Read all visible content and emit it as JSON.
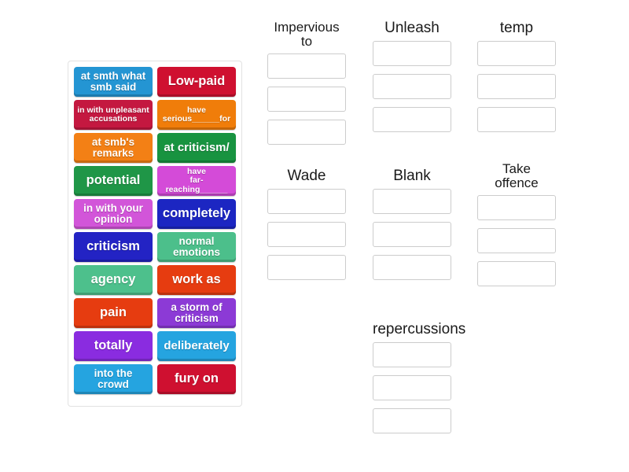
{
  "app": {
    "type": "drag-and-drop-matching-activity"
  },
  "tile_pool": {
    "name": "word-tile-pool",
    "tiles": [
      {
        "text": "at smth what\nsmb said",
        "color": "#2495d3",
        "size": "fs-md"
      },
      {
        "text": "Low-paid",
        "color": "#cf1030",
        "size": "fs-xl"
      },
      {
        "text": "in with unpleasant\naccusations",
        "color": "#c41840",
        "size": "fs-xs"
      },
      {
        "text": "have\nserious______for",
        "color": "#f07d0a",
        "size": "fs-xs"
      },
      {
        "text": "at smb's\nremarks",
        "color": "#f38015",
        "size": "fs-md"
      },
      {
        "text": "at criticism/",
        "color": "#189340",
        "size": "fs-lg"
      },
      {
        "text": "potential",
        "color": "#1f9647",
        "size": "fs-xl"
      },
      {
        "text": "have\nfar-reaching______",
        "color": "#d44bd8",
        "size": "fs-xs"
      },
      {
        "text": "in with your\nopinion",
        "color": "#d255d9",
        "size": "fs-md"
      },
      {
        "text": "completely",
        "color": "#1c26c2",
        "size": "fs-xl"
      },
      {
        "text": "criticism",
        "color": "#2323c4",
        "size": "fs-xl"
      },
      {
        "text": "normal\nemotions",
        "color": "#4cbf8b",
        "size": "fs-md"
      },
      {
        "text": "agency",
        "color": "#4dc08c",
        "size": "fs-xl"
      },
      {
        "text": "work as",
        "color": "#e63c10",
        "size": "fs-xl"
      },
      {
        "text": "pain",
        "color": "#e63c10",
        "size": "fs-xl"
      },
      {
        "text": "a storm of\ncriticism",
        "color": "#8c3ad6",
        "size": "fs-md"
      },
      {
        "text": "totally",
        "color": "#8a2ce0",
        "size": "fs-xl"
      },
      {
        "text": "deliberately",
        "color": "#25a4e0",
        "size": "fs-lg"
      },
      {
        "text": "into the\ncrowd",
        "color": "#25a4e0",
        "size": "fs-md"
      },
      {
        "text": "fury on",
        "color": "#cf1030",
        "size": "fs-xl"
      }
    ]
  },
  "groups": [
    {
      "id": "impervious",
      "title": "Impervious\nto",
      "slots": [
        "",
        "",
        ""
      ]
    },
    {
      "id": "unleash",
      "title": "Unleash",
      "slots": [
        "",
        "",
        ""
      ]
    },
    {
      "id": "temp",
      "title": "temp",
      "slots": [
        "",
        "",
        ""
      ]
    },
    {
      "id": "wade",
      "title": "Wade",
      "slots": [
        "",
        "",
        ""
      ]
    },
    {
      "id": "blank",
      "title": "Blank",
      "slots": [
        "",
        "",
        ""
      ]
    },
    {
      "id": "takeoffence",
      "title": "Take\noffence",
      "slots": [
        "",
        "",
        ""
      ]
    },
    {
      "id": "repercussions",
      "title": "repercussions",
      "slots": [
        "",
        "",
        ""
      ]
    }
  ],
  "colors": {
    "page_background": "#ffffff",
    "pool_border": "#e2e2e2",
    "slot_border": "#cccccc",
    "title_text": "#1a1a1a"
  }
}
